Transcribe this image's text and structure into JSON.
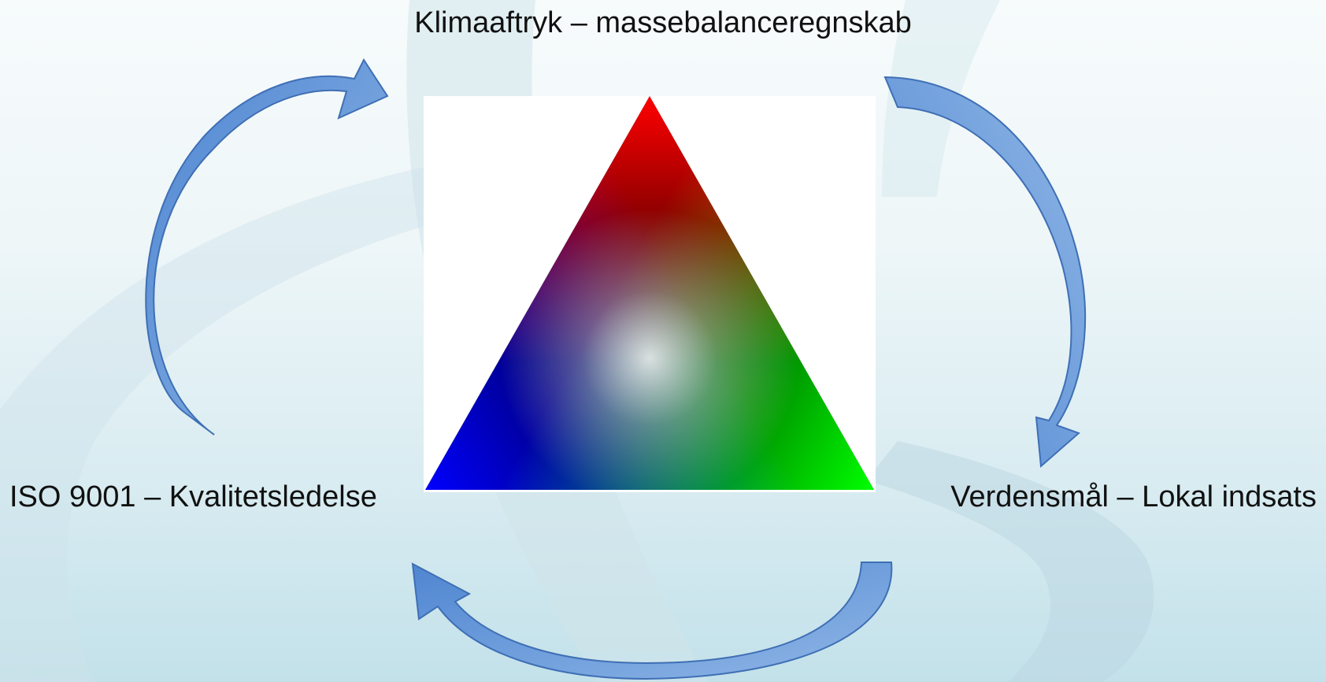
{
  "labels": {
    "top": "Klimaaftryk – massebalanceregnskab",
    "left": "ISO 9001 – Kvalitetsledelse",
    "right": "Verdensmål – Lokal indsats"
  },
  "colors": {
    "arrow_fill_light": "#8fb6e6",
    "arrow_fill_dark": "#4f86d1",
    "arrow_stroke": "#3f6fb5",
    "triangle_top": "#ff0000",
    "triangle_left": "#0000ff",
    "triangle_right": "#00ff00",
    "triangle_center": "#ffffff"
  },
  "icons": {
    "arrows": [
      "curved-arrow-icon",
      "curved-arrow-icon",
      "curved-arrow-icon"
    ],
    "center": "color-triangle-icon"
  }
}
